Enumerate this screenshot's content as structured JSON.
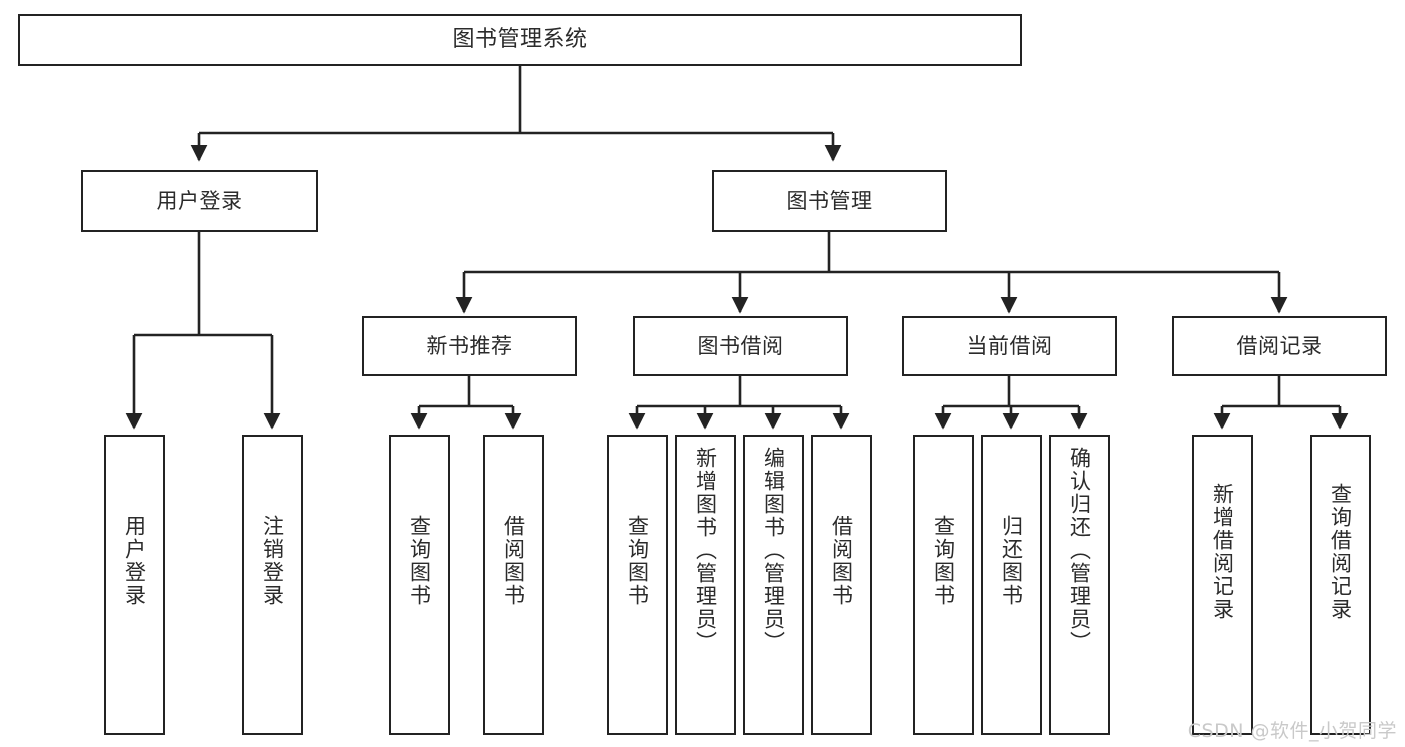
{
  "diagram": {
    "title": "图书管理系统",
    "type": "tree",
    "watermark": "CSDN @软件_小贺同学",
    "colors": {
      "stroke": "#232323",
      "fill": "#ffffff",
      "text": "#2b2b2b",
      "watermark": "#c9c9c9"
    },
    "levels": {
      "root": {
        "label": "图书管理系统"
      },
      "level2": [
        {
          "id": "login",
          "label": "用户登录"
        },
        {
          "id": "bookmgmt",
          "label": "图书管理"
        }
      ],
      "level3": [
        {
          "id": "newbook",
          "label": "新书推荐"
        },
        {
          "id": "borrow",
          "label": "图书借阅"
        },
        {
          "id": "current",
          "label": "当前借阅"
        },
        {
          "id": "record",
          "label": "借阅记录"
        }
      ],
      "level4": [
        {
          "id": "login-do",
          "label": "用户登录",
          "parent": "login"
        },
        {
          "id": "login-out",
          "label": "注销登录",
          "parent": "login"
        },
        {
          "id": "new-query",
          "label": "查询图书",
          "parent": "newbook"
        },
        {
          "id": "new-borrow",
          "label": "借阅图书",
          "parent": "newbook"
        },
        {
          "id": "bor-query",
          "label": "查询图书",
          "parent": "borrow"
        },
        {
          "id": "bor-add",
          "label": "新增图书（管理员）",
          "parent": "borrow"
        },
        {
          "id": "bor-edit",
          "label": "编辑图书（管理员）",
          "parent": "borrow"
        },
        {
          "id": "bor-lend",
          "label": "借阅图书",
          "parent": "borrow"
        },
        {
          "id": "cur-query",
          "label": "查询图书",
          "parent": "current"
        },
        {
          "id": "cur-return",
          "label": "归还图书",
          "parent": "current"
        },
        {
          "id": "cur-confirm",
          "label": "确认归还（管理员）",
          "parent": "current"
        },
        {
          "id": "rec-add",
          "label": "新增借阅记录",
          "parent": "record"
        },
        {
          "id": "rec-query",
          "label": "查询借阅记录",
          "parent": "record"
        }
      ]
    }
  }
}
